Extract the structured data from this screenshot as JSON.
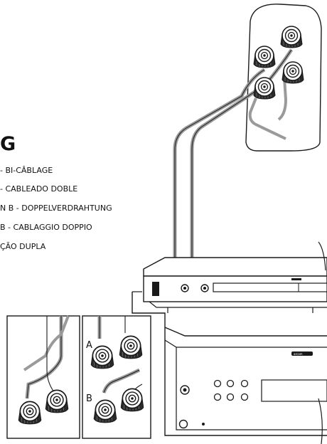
{
  "heading": "G",
  "lines": [
    "- BI-CÂBLAGE",
    "- CABLEADO DOBLE",
    "N B - DOPPELVERDRAHTUNG",
    "B - CABLAGGIO DOPPIO",
    "ÇÃO DUPLA"
  ],
  "inset": {
    "label_a": "A",
    "label_b": "B"
  },
  "amp_brand": "arcam",
  "colors": {
    "line": "#1a1a1a",
    "cable": "#9a9a9a",
    "bg": "#ffffff"
  }
}
